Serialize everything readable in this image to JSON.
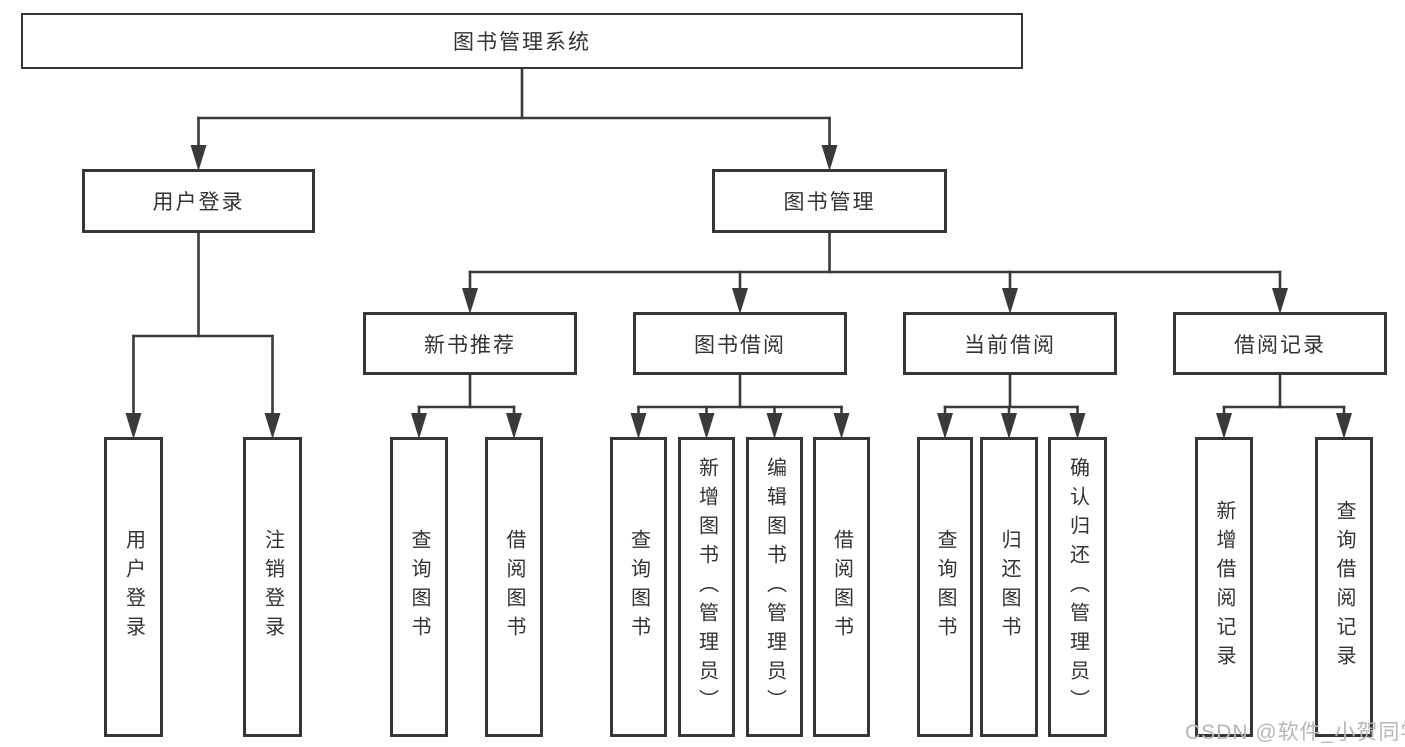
{
  "diagram": {
    "title": "图书管理系统",
    "watermark": "CSDN @软件_小贺同学",
    "colors": {
      "background": "#ffffff",
      "line": "#3a3a3a",
      "box_border": "#363636",
      "box_background": "#ffffff",
      "text": "#333333",
      "watermark": "#b7b7b7"
    },
    "tree": {
      "id": "root",
      "label": "图书管理系统",
      "children": [
        {
          "id": "user-login",
          "label": "用户登录",
          "children": [
            {
              "id": "login",
              "label": "用户登录",
              "vertical": true
            },
            {
              "id": "logout",
              "label": "注销登录",
              "vertical": true
            }
          ]
        },
        {
          "id": "book-mgmt",
          "label": "图书管理",
          "children": [
            {
              "id": "new-book-rec",
              "label": "新书推荐",
              "children": [
                {
                  "id": "nbr-query",
                  "label": "查询图书",
                  "vertical": true
                },
                {
                  "id": "nbr-borrow",
                  "label": "借阅图书",
                  "vertical": true
                }
              ]
            },
            {
              "id": "book-borrow",
              "label": "图书借阅",
              "children": [
                {
                  "id": "bb-query",
                  "label": "查询图书",
                  "vertical": true
                },
                {
                  "id": "bb-add",
                  "label": "新增图书（管理员）",
                  "vertical": true
                },
                {
                  "id": "bb-edit",
                  "label": "编辑图书（管理员）",
                  "vertical": true
                },
                {
                  "id": "bb-borrow",
                  "label": "借阅图书",
                  "vertical": true
                }
              ]
            },
            {
              "id": "current-borrow",
              "label": "当前借阅",
              "children": [
                {
                  "id": "cb-query",
                  "label": "查询图书",
                  "vertical": true
                },
                {
                  "id": "cb-return",
                  "label": "归还图书",
                  "vertical": true
                },
                {
                  "id": "cb-confirm",
                  "label": "确认归还（管理员）",
                  "vertical": true
                }
              ]
            },
            {
              "id": "borrow-records",
              "label": "借阅记录",
              "children": [
                {
                  "id": "br-add",
                  "label": "新增借阅记录",
                  "vertical": true
                },
                {
                  "id": "br-query",
                  "label": "查询借阅记录",
                  "vertical": true
                }
              ]
            }
          ]
        }
      ]
    }
  }
}
